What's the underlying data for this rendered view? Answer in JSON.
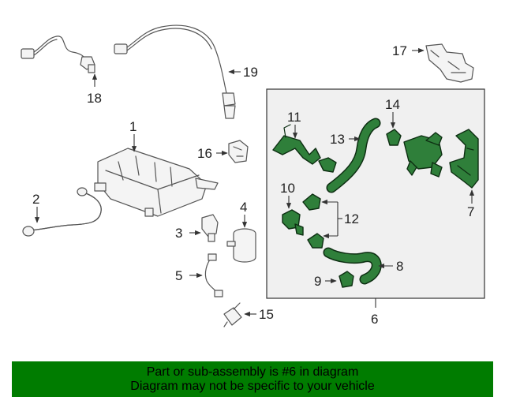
{
  "diagram": {
    "callouts": {
      "c1": "1",
      "c2": "2",
      "c3": "3",
      "c4": "4",
      "c5": "5",
      "c6": "6",
      "c7": "7",
      "c8": "8",
      "c9": "9",
      "c10": "10",
      "c11": "11",
      "c12": "12",
      "c13": "13",
      "c14": "14",
      "c15": "15",
      "c16": "16",
      "c17": "17",
      "c18": "18",
      "c19": "19"
    },
    "highlight_color": "#2f7f3a",
    "inset_background": "#f0f0f0"
  },
  "footer": {
    "line1": "Part or sub-assembly is #6 in diagram",
    "line2": "Diagram may not be specific to your vehicle",
    "background": "#007c00"
  }
}
